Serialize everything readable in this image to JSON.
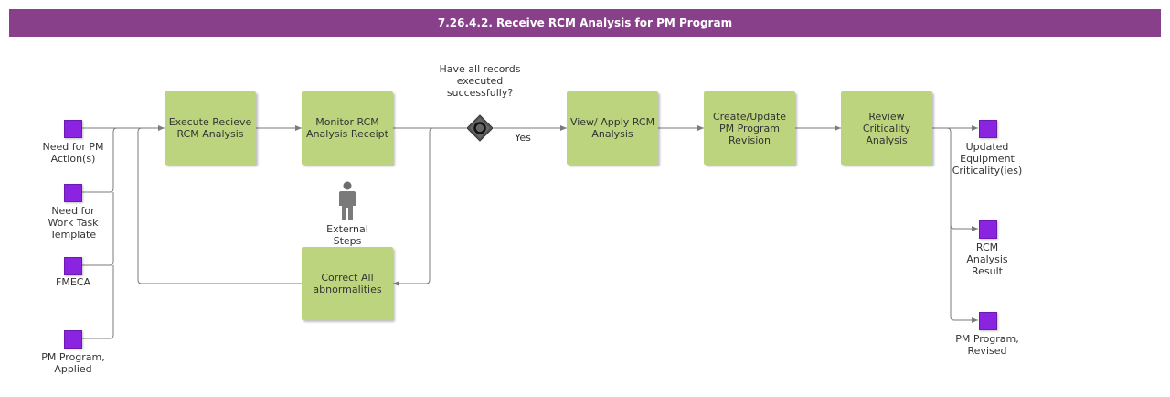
{
  "header": {
    "title": "7.26.4.2. Receive RCM Analysis for PM Program"
  },
  "inputs": [
    "Need for PM Action(s)",
    "Need for Work Task Template",
    "FMECA",
    "PM Program, Applied"
  ],
  "tasks": {
    "execute": "Execute Recieve RCM Analysis",
    "monitor": "Monitor RCM Analysis Receipt",
    "correct": "Correct All abnormalities",
    "view_apply": "View/ Apply RCM Analysis",
    "create_update": "Create/Update PM Program Revision",
    "review": "Review Criticality Analysis"
  },
  "gateway": {
    "question": "Have all records executed successfully?",
    "yes_label": "Yes"
  },
  "actor": {
    "label": "External Steps"
  },
  "outputs": [
    "Updated Equipment Criticality(ies)",
    "RCM Analysis Result",
    "PM Program, Revised"
  ],
  "colors": {
    "header": "#874089",
    "task": "#bcd47d",
    "terminal": "#8a24e0",
    "connector": "#7a7a7a",
    "gateway": "#555555"
  }
}
